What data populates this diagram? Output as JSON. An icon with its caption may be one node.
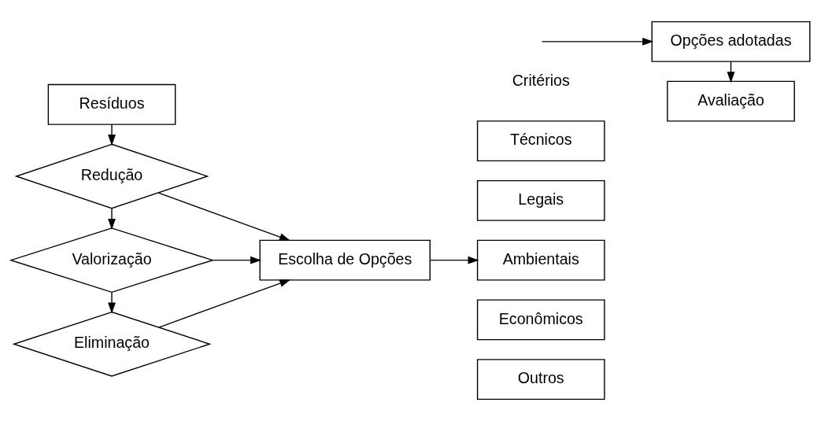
{
  "diagram": {
    "nodes": [
      {
        "text": [
          "Resíduos"
        ]
      },
      {
        "text": [
          "Redução"
        ]
      },
      {
        "text": [
          "Valorização"
        ]
      },
      {
        "text": [
          "Eliminação"
        ]
      },
      {
        "text": [
          "Escolha de Opções"
        ]
      },
      {
        "text": [
          "Técnicos"
        ]
      },
      {
        "text": [
          "Legais"
        ]
      },
      {
        "text": [
          "Ambientais"
        ]
      },
      {
        "text": [
          "Econômicos"
        ]
      },
      {
        "text": [
          "Outros"
        ]
      },
      {
        "text": [
          "Opções adotadas"
        ]
      },
      {
        "text": [
          "Avaliação"
        ]
      }
    ],
    "edges": [
      {
        "from": 0,
        "to": 1,
        "arrow": "to"
      },
      {
        "from": 1,
        "to": 2,
        "arrow": "to"
      },
      {
        "from": 2,
        "to": 3,
        "arrow": "to"
      },
      {
        "from": 1,
        "to": 4,
        "arrow": "to"
      },
      {
        "from": 2,
        "to": 4,
        "arrow": "to"
      },
      {
        "from": 3,
        "to": 4,
        "arrow": "to"
      },
      {
        "from": 4,
        "to": 7,
        "arrow": "to"
      },
      {
        "from": null,
        "to": 10,
        "arrow": "to"
      },
      {
        "from": 10,
        "to": 11,
        "arrow": "to"
      }
    ],
    "labels": [
      "Critérios"
    ]
  }
}
